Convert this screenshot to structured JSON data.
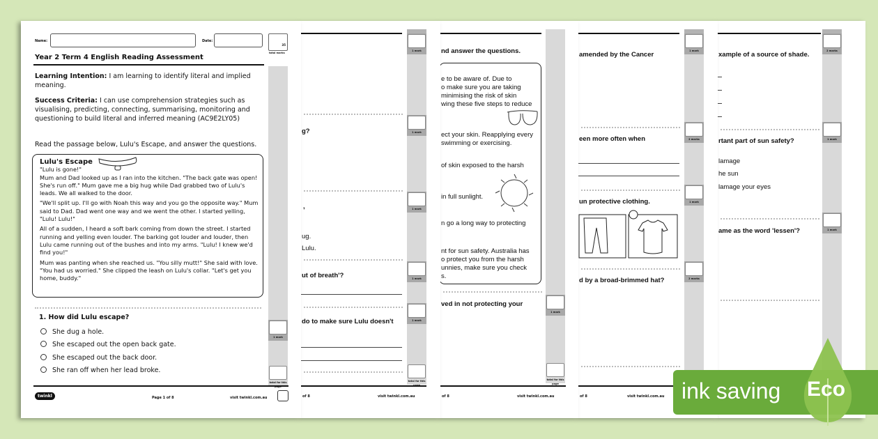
{
  "page1": {
    "name_label": "Name:",
    "date_label": "Date:",
    "total_marks_value": "35",
    "total_marks_label": "total marks",
    "title": "Year 2 Term 4 English Reading Assessment",
    "learning_intention_label": "Learning Intention:",
    "learning_intention": " I am learning to identify literal and implied meaning.",
    "success_criteria_label": "Success Criteria:",
    "success_criteria": " I can use comprehension strategies such as visualising, predicting, connecting, summarising, monitoring and questioning to build literal and inferred meaning (AC9E2LY05)",
    "instruction": "Read the passage below, Lulu's Escape, and answer the questions.",
    "story_title": "Lulu's Escape",
    "story_paragraphs": [
      "\"Lulu is gone!\"",
      "Mum and Dad looked up as I ran into the kitchen. \"The back gate was open! She's run off.\" Mum gave me a big hug while Dad grabbed two of Lulu's leads. We all walked to the door.",
      "\"We'll split up. I'll go with Noah this way and you go the opposite way.\" Mum said to Dad. Dad went one way and we went the other. I started yelling, \"Lulu! Lulu!\"",
      "All of a sudden, I heard a soft bark coming from down the street. I started running and yelling even louder. The barking got louder and louder, then Lulu came running out of the bushes and into my arms. \"Lulu! I knew we'd find you!\"",
      "Mum was panting when she reached us. \"You silly mutt!\" She said with love. \"You had us worried.\" She clipped the leash on Lulu's collar. \"Let's get you home, buddy.\""
    ],
    "question": "1.  How did Lulu escape?",
    "options": [
      "She dug a hole.",
      "She escaped out the open back gate.",
      "She escaped out the back door.",
      "She ran off when her lead broke."
    ],
    "mark_label": "1 mark",
    "total_page_label": "total for this page",
    "logo": "twinkl",
    "page_number": "Page 1 of 8",
    "site": "visit twinkl.com.au"
  },
  "page2": {
    "fragments": [
      "g?",
      ",",
      "ug.",
      "Lulu.",
      "ut of breath'?",
      "do to make sure Lulu doesn't"
    ],
    "marks": [
      "1 mark",
      "1 mark",
      "1 mark",
      "1 mark",
      "1 mark"
    ],
    "total_page_label": "total for this page",
    "page_number": "of 8",
    "site": "visit twinkl.com.au"
  },
  "page3": {
    "fragments": [
      "nd answer the questions.",
      "e to be aware of. Due to",
      "o make sure you are taking",
      "minimising the risk of skin",
      "wing these five steps to reduce",
      "ect your skin. Reapplying every",
      "swimming or exercising.",
      "of skin exposed to the harsh",
      "in full sunlight.",
      "n go a long way to protecting",
      "nt for sun safety. Australia has",
      "o protect you from the harsh",
      "unnies, make sure you check",
      "s.",
      "ved in not protecting your"
    ],
    "marks": [
      "1 mark"
    ],
    "total_page_label": "total for this page",
    "page_number": "of 8",
    "site": "visit twinkl.com.au"
  },
  "page4": {
    "fragments": [
      "amended by the Cancer",
      "een more often when",
      "un protective clothing.",
      "d by a broad-brimmed hat?"
    ],
    "marks": [
      "1 mark",
      "2 marks",
      "1 mark",
      "2 marks"
    ],
    "page_number": "of 8",
    "site": "visit twinkl.com.au"
  },
  "page5": {
    "fragments": [
      "xample of a source of shade.",
      "rtant part of sun safety?",
      "lamage",
      "he sun",
      "lamage your eyes",
      "ame as the word 'lessen'?"
    ],
    "marks": [
      "2 marks",
      "1 mark",
      "1 mark"
    ]
  },
  "badge": {
    "text": "ink saving",
    "leaf_text": "Eco",
    "color": "#6aab3b",
    "leaf_color": "#8dc24f"
  }
}
